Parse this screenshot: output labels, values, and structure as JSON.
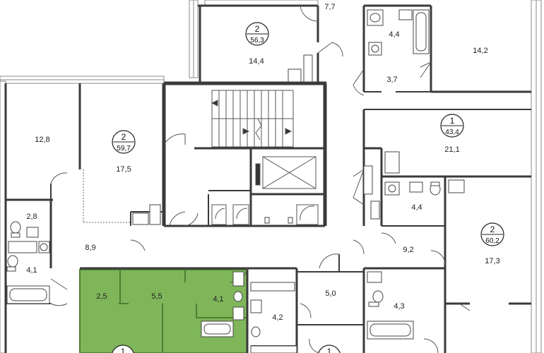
{
  "accent": "#7fb65a",
  "apartments": [
    {
      "rooms": "2",
      "area": "56,3"
    },
    {
      "rooms": "2",
      "area": "59,7"
    },
    {
      "rooms": "1",
      "area": "43,4"
    },
    {
      "rooms": "2",
      "area": "60,2"
    },
    {
      "rooms": "1",
      "area": ""
    },
    {
      "rooms": "1",
      "area": ""
    }
  ],
  "rooms": [
    "7,7",
    "14,4",
    "4,4",
    "14,2",
    "3,7",
    "12,8",
    "17,5",
    "21,1",
    "2,8",
    "4,1",
    "8,9",
    "4,4",
    "9,2",
    "17,3",
    "2,5",
    "5,5",
    "4,1",
    "4,2",
    "5,0",
    "4,3"
  ]
}
